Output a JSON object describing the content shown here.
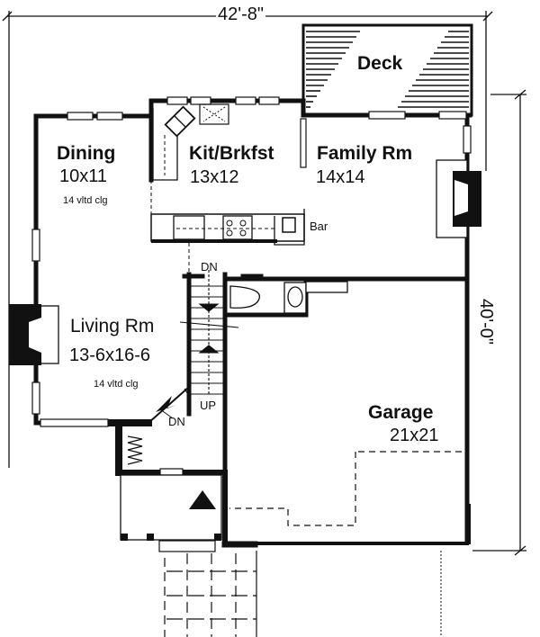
{
  "plan": {
    "dimensions": {
      "width": "42'-8\"",
      "depth": "40'-0\""
    },
    "rooms": [
      {
        "id": "deck",
        "name": "Deck",
        "size": ""
      },
      {
        "id": "dining",
        "name": "Dining",
        "size": "10x11",
        "note": "14 vltd clg"
      },
      {
        "id": "kitchen",
        "name": "Kit/Brkfst",
        "size": "13x12"
      },
      {
        "id": "family",
        "name": "Family Rm",
        "size": "14x14"
      },
      {
        "id": "living",
        "name": "Living Rm",
        "size": "13-6x16-6",
        "note": "14 vltd clg"
      },
      {
        "id": "garage",
        "name": "Garage",
        "size": "21x21"
      }
    ],
    "annotations": {
      "bar": "Bar",
      "stair_down_top": "DN",
      "stair_up": "UP",
      "stair_down_entry": "DN"
    },
    "colors": {
      "ink": "#111111",
      "paper": "#ffffff"
    }
  }
}
